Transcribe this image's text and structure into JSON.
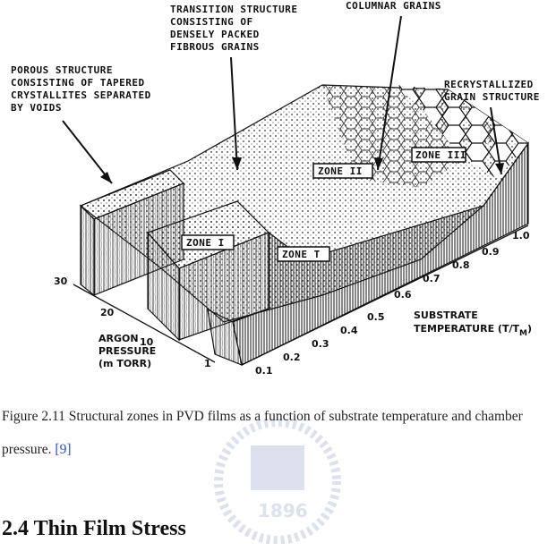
{
  "figure": {
    "labels": {
      "porous": [
        "POROUS STRUCTURE",
        "CONSISTING OF TAPERED",
        "CRYSTALLITES SEPARATED",
        "BY VOIDS"
      ],
      "transition": [
        "TRANSITION STRUCTURE",
        "CONSISTING OF",
        "DENSELY PACKED",
        "FIBROUS GRAINS"
      ],
      "columnar": [
        "COLUMNAR GRAINS"
      ],
      "recrystallized": [
        "RECRYSTALLIZED",
        "GRAIN STRUCTURE"
      ]
    },
    "zones": {
      "zone1": "ZONE I",
      "zoneT": "ZONE T",
      "zone2": "ZONE II",
      "zone3": "ZONE III"
    },
    "pressure_axis": {
      "label": [
        "ARGON",
        "PRESSURE",
        "(m TORR)"
      ],
      "ticks": [
        "30",
        "20",
        "10",
        "1"
      ]
    },
    "temperature_axis": {
      "label": [
        "SUBSTRATE",
        "TEMPERATURE (T/T",
        "M",
        ")"
      ],
      "ticks": [
        "0.1",
        "0.2",
        "0.3",
        "0.4",
        "0.5",
        "0.6",
        "0.7",
        "0.8",
        "0.9",
        "1.0"
      ]
    }
  },
  "caption": {
    "text": "Figure 2.11 Structural zones in PVD films as a function of substrate temperature and chamber pressure. ",
    "ref": "[9]"
  },
  "watermark": {
    "text": "1896"
  },
  "section": {
    "heading": "2.4 Thin Film Stress"
  }
}
